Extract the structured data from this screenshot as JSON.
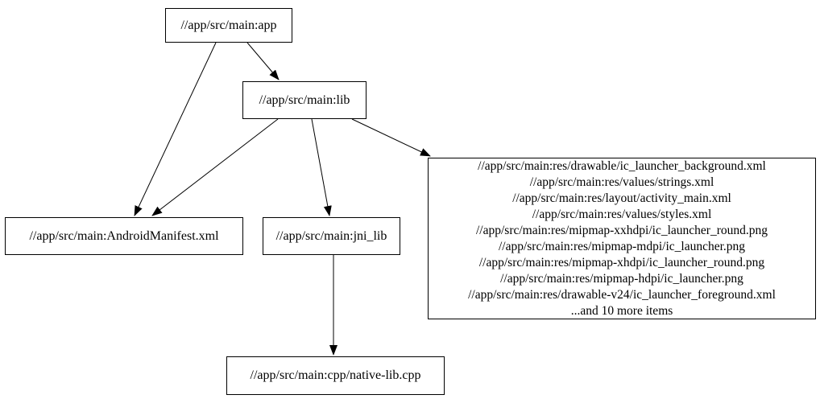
{
  "graph": {
    "background_color": "#ffffff",
    "node_fill_color": "#ffffff",
    "node_border_color": "#000000",
    "edge_color": "#000000",
    "text_color": "#000000",
    "nodes": {
      "app": {
        "label": "//app/src/main:app"
      },
      "lib": {
        "label": "//app/src/main:lib"
      },
      "manifest": {
        "label": "//app/src/main:AndroidManifest.xml"
      },
      "jni_lib": {
        "label": "//app/src/main:jni_lib"
      },
      "res_files": {
        "lines": [
          "//app/src/main:res/drawable/ic_launcher_background.xml",
          "//app/src/main:res/values/strings.xml",
          "//app/src/main:res/layout/activity_main.xml",
          "//app/src/main:res/values/styles.xml",
          "//app/src/main:res/mipmap-xxhdpi/ic_launcher_round.png",
          "//app/src/main:res/mipmap-mdpi/ic_launcher.png",
          "//app/src/main:res/mipmap-xhdpi/ic_launcher_round.png",
          "//app/src/main:res/mipmap-hdpi/ic_launcher.png",
          "//app/src/main:res/drawable-v24/ic_launcher_foreground.xml",
          "...and 10 more items"
        ]
      },
      "native_lib": {
        "label": "//app/src/main:cpp/native-lib.cpp"
      }
    },
    "edges": [
      {
        "from": "app",
        "to": "lib"
      },
      {
        "from": "app",
        "to": "manifest"
      },
      {
        "from": "lib",
        "to": "manifest"
      },
      {
        "from": "lib",
        "to": "jni_lib"
      },
      {
        "from": "lib",
        "to": "res_files"
      },
      {
        "from": "jni_lib",
        "to": "native_lib"
      }
    ]
  }
}
